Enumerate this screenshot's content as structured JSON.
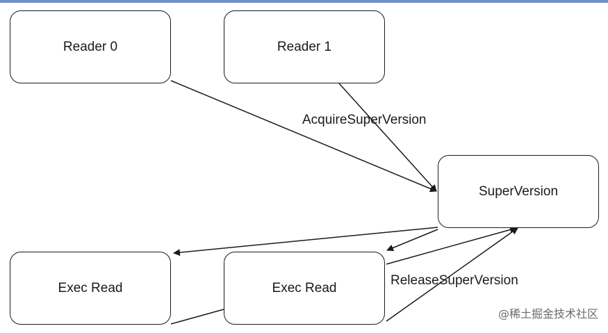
{
  "diagram": {
    "nodes": {
      "reader0": "Reader 0",
      "reader1": "Reader 1",
      "super_version": "SuperVersion",
      "exec_read_left": "Exec Read",
      "exec_read_right": "Exec Read"
    },
    "edge_labels": {
      "acquire": "AcquireSuperVersion",
      "release": "ReleaseSuperVersion"
    }
  },
  "watermark": "@稀土掘金技术社区",
  "colors": {
    "stroke": "#1a1a1a",
    "background": "#ffffff",
    "top_strip": "#6f8fc7"
  }
}
